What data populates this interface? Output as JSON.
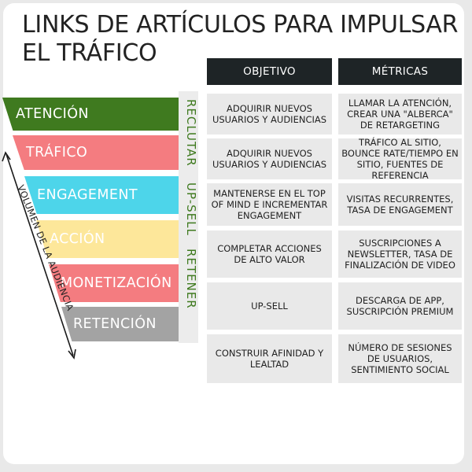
{
  "title_line1": "LINKS DE ARTÍCULOS PARA IMPULSAR",
  "title_line2": "EL TRÁFICO",
  "headers": {
    "objective": "OBJETIVO",
    "metrics": "MÉTRICAS"
  },
  "stages": [
    {
      "label": "ATENCIÓN",
      "color": "#3f7a1f"
    },
    {
      "label": "TRÁFICO",
      "color": "#f47c80"
    },
    {
      "label": "ENGAGEMENT",
      "color": "#4dd5ea"
    },
    {
      "label": "ACCIÓN",
      "color": "#fde79a"
    },
    {
      "label": "MONETIZACIÓN",
      "color": "#f47c80"
    },
    {
      "label": "RETENCIÓN",
      "color": "#a3a3a3"
    }
  ],
  "phases": [
    "RECLUTAR",
    "UP-SELL",
    "RETENER"
  ],
  "axis_label": "VOLUMEN DE LA AUDIENCIA",
  "rows": [
    {
      "objective": "ADQUIRIR NUEVOS USUARIOS Y AUDIENCIAS",
      "metric": "LLAMAR LA ATENCIÓN, CREAR UNA \"ALBERCA\" DE RETARGETING"
    },
    {
      "objective": "ADQUIRIR NUEVOS USUARIOS Y AUDIENCIAS",
      "metric": "TRÁFICO AL SITIO, BOUNCE RATE/TIEMPO EN SITIO, FUENTES DE REFERENCIA"
    },
    {
      "objective": "MANTENERSE EN EL TOP OF MIND E INCREMENTAR ENGAGEMENT",
      "metric": "VISITAS RECURRENTES, TASA DE ENGAGEMENT"
    },
    {
      "objective": "COMPLETAR ACCIONES DE ALTO VALOR",
      "metric": "SUSCRIPCIONES A NEWSLETTER, TASA DE FINALIZACIÓN DE VIDEO"
    },
    {
      "objective": "UP-SELL",
      "metric": "DESCARGA DE APP, SUSCRIPCIÓN PREMIUM"
    },
    {
      "objective": "CONSTRUIR AFINIDAD Y LEALTAD",
      "metric": "NÚMERO DE SESIONES DE USUARIOS, SENTIMIENTO SOCIAL"
    }
  ]
}
